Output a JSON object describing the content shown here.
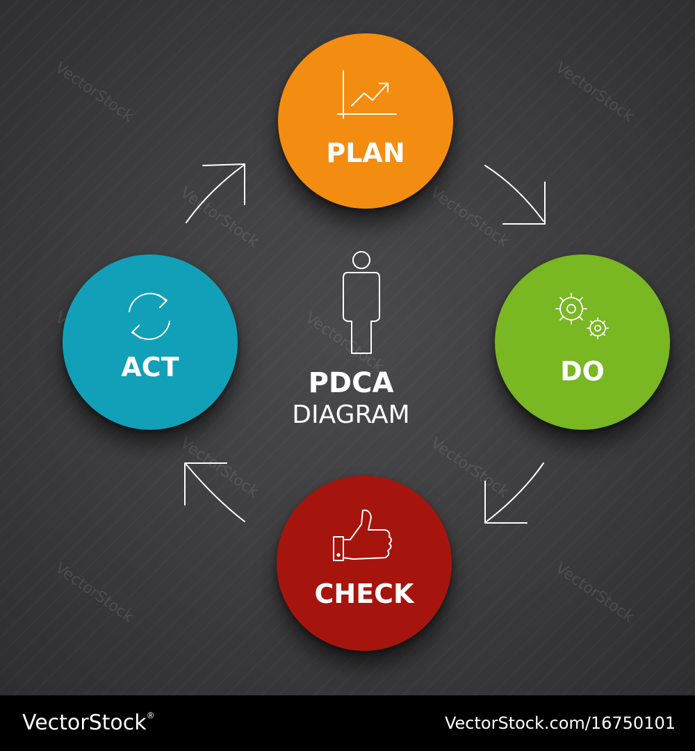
{
  "center": {
    "line1": "PDCA",
    "line2": "DIAGRAM"
  },
  "steps": {
    "plan": {
      "label": "PLAN",
      "color": "#f28d11"
    },
    "do": {
      "label": "DO",
      "color": "#79b723"
    },
    "check": {
      "label": "CHECK",
      "color": "#a6150d"
    },
    "act": {
      "label": "ACT",
      "color": "#12a0b8"
    }
  },
  "watermark": "VectorStock",
  "footer": {
    "brand": "VectorStock",
    "reg_mark": "®",
    "url": "VectorStock.com/16750101"
  }
}
